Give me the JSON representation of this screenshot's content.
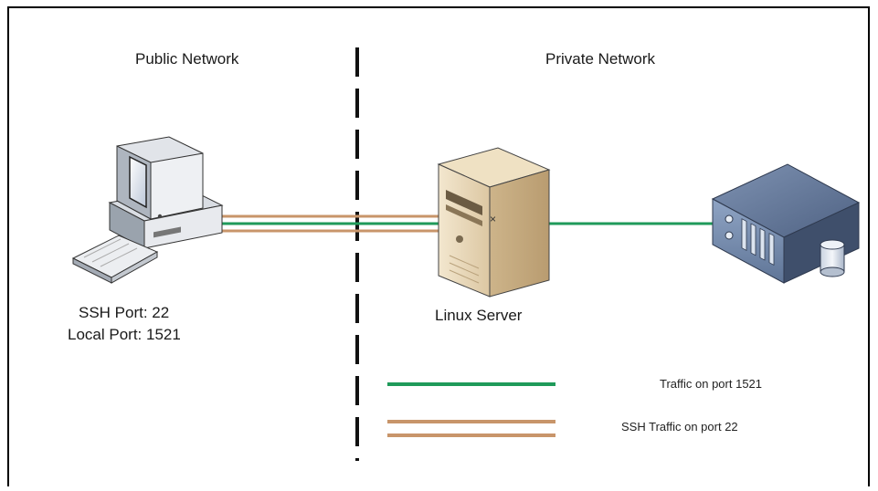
{
  "zones": {
    "public": "Public Network",
    "private": "Private Network"
  },
  "client": {
    "icon": "desktop-computer-icon",
    "line1": "SSH Port: 22",
    "line2": "Local Port: 1521"
  },
  "server": {
    "icon": "tower-server-icon",
    "label": "Linux Server"
  },
  "database": {
    "icon": "rack-database-server-icon"
  },
  "legend": {
    "green_label": "Traffic on port 1521",
    "orange_label": "SSH Traffic on port 22"
  },
  "colors": {
    "traffic_1521": "#1f9a5a",
    "ssh_traffic": "#c8956a",
    "divider": "#111111",
    "frame": "#000000"
  }
}
